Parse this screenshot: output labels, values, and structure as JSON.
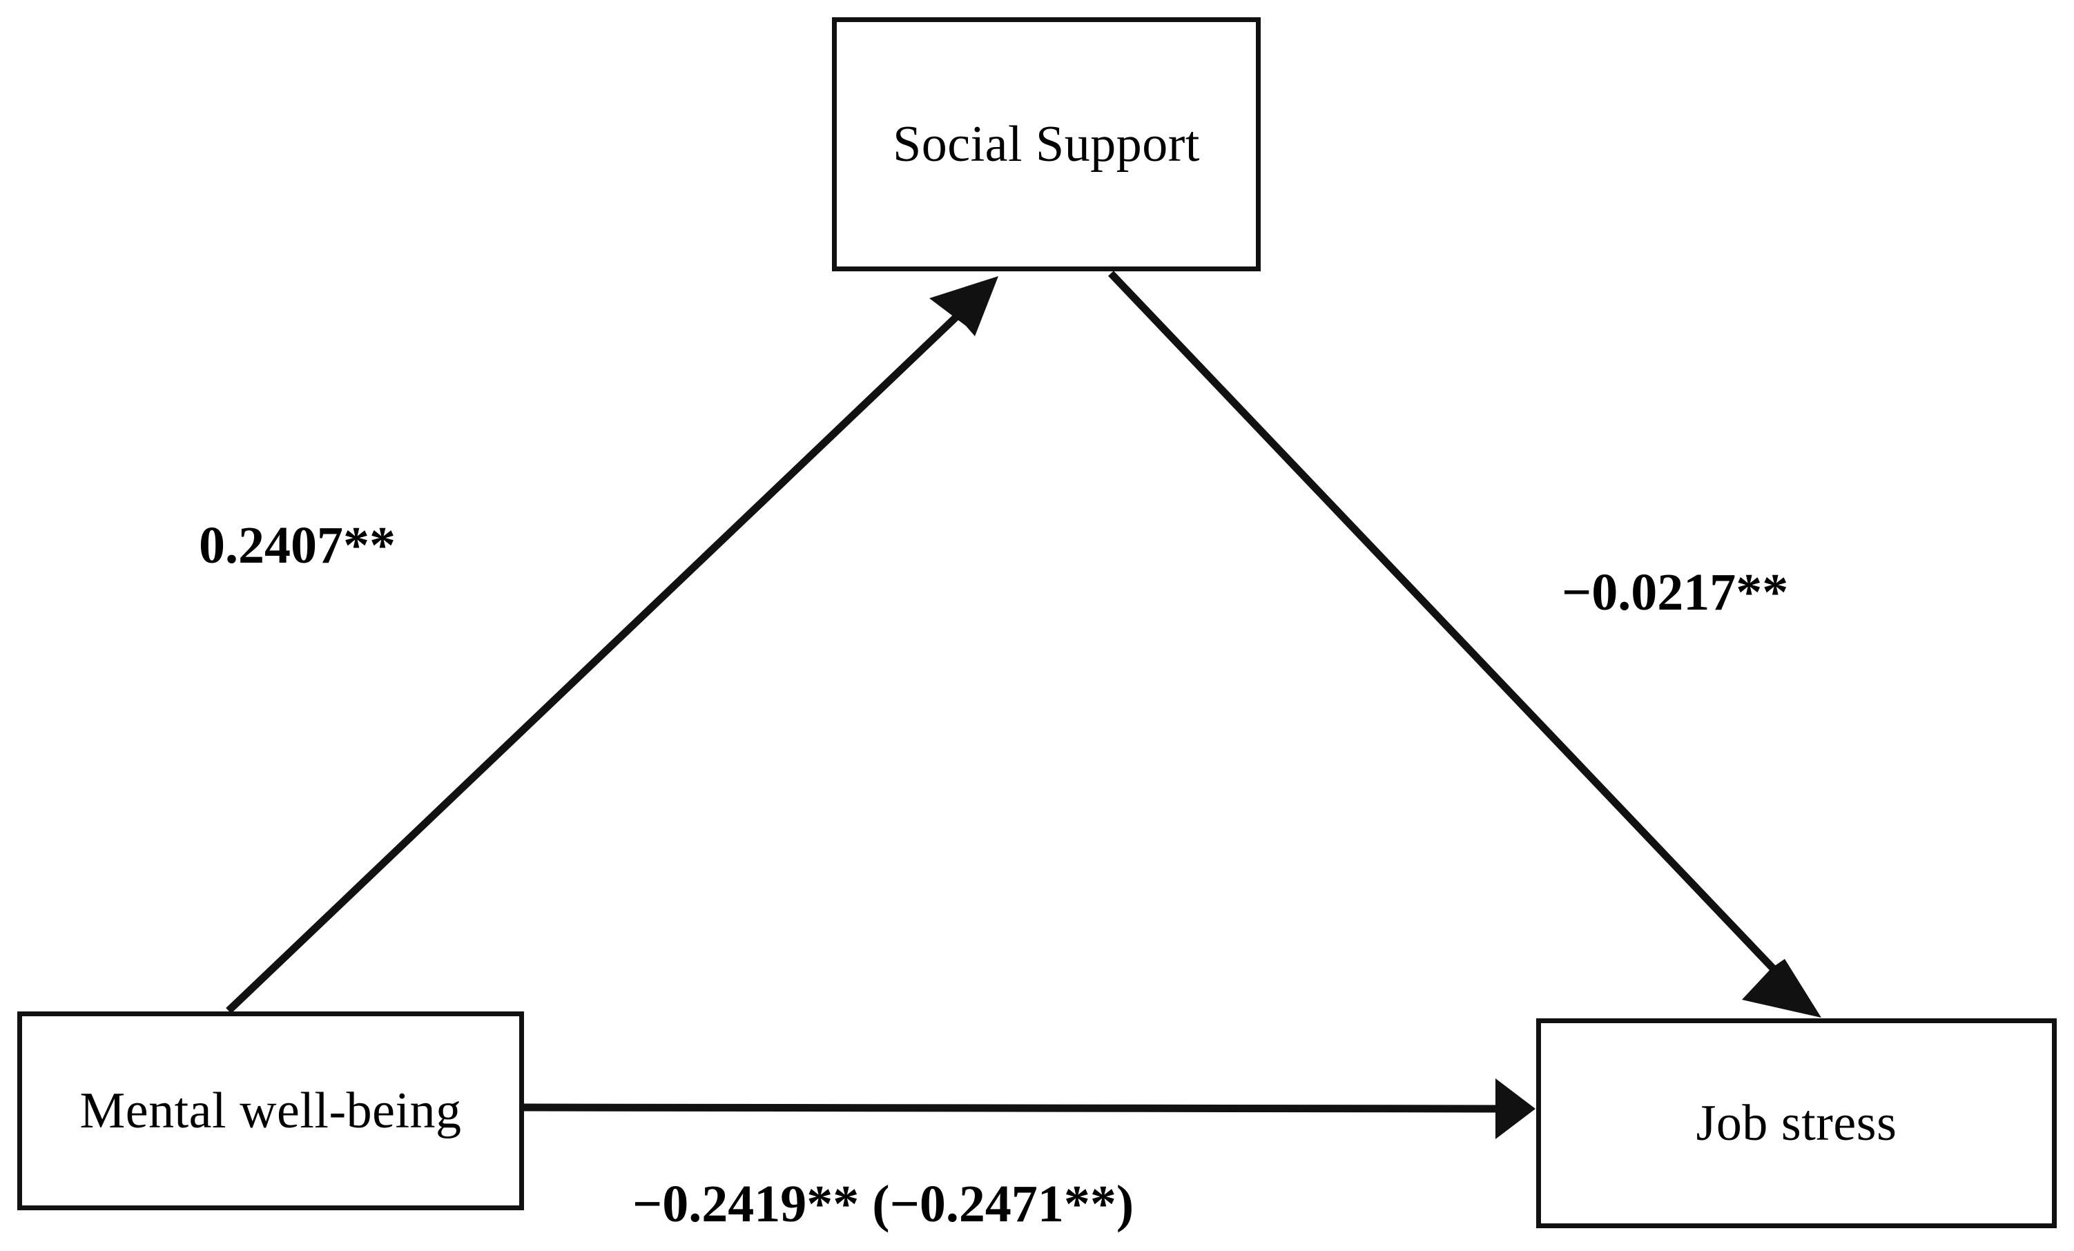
{
  "figure": {
    "type": "mediation-path-diagram",
    "background_color": "#ffffff",
    "stroke_color": "#111111"
  },
  "nodes": [
    {
      "id": "social_support",
      "label": "Social Support"
    },
    {
      "id": "mental_wellbeing",
      "label": "Mental well-being"
    },
    {
      "id": "job_stress",
      "label": "Job stress"
    }
  ],
  "edges": [
    {
      "id": "a_path",
      "from": "mental_wellbeing",
      "to": "social_support",
      "label": "0.2407**",
      "arrowhead": true
    },
    {
      "id": "b_path",
      "from": "social_support",
      "to": "job_stress",
      "label": "−0.0217**",
      "arrowhead": true
    },
    {
      "id": "c_path",
      "from": "mental_wellbeing",
      "to": "job_stress",
      "label": "−0.2419** (−0.2471**)",
      "arrowhead": true
    }
  ],
  "chart_data": {
    "type": "diagram",
    "title": "",
    "nodes": [
      "Mental well-being",
      "Social Support",
      "Job stress"
    ],
    "paths": [
      {
        "source": "Mental well-being",
        "target": "Social Support",
        "coefficient": 0.2407,
        "significance": "**",
        "display": "0.2407**"
      },
      {
        "source": "Social Support",
        "target": "Job stress",
        "coefficient": -0.0217,
        "significance": "**",
        "display": "−0.0217**"
      },
      {
        "source": "Mental well-being",
        "target": "Job stress",
        "coefficient": -0.2419,
        "total_effect": -0.2471,
        "significance": "**",
        "display": "−0.2419** (−0.2471**)"
      }
    ]
  }
}
